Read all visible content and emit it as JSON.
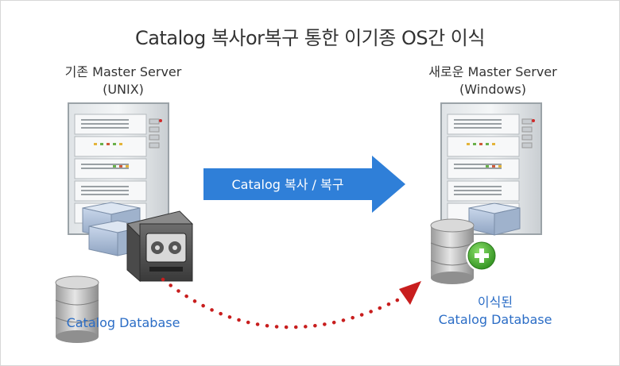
{
  "title": "Catalog 복사or복구 통한 이기종 OS간 이식",
  "left_server": {
    "name": "기존 Master Server",
    "os": "(UNIX)",
    "db_label": "Catalog Database"
  },
  "right_server": {
    "name": "새로운 Master Server",
    "os": "(Windows)",
    "db_label_line1": "이식된",
    "db_label_line2": "Catalog Database"
  },
  "arrow_label": "Catalog 복사 / 복구",
  "colors": {
    "arrow": "#2f7fd8",
    "dotted_arrow": "#c81e1e",
    "db_text": "#2b6dc6",
    "plus_badge": "#49a934"
  },
  "icons": [
    "server-rack-icon",
    "tape-drive-icon",
    "database-cylinder-icon",
    "plus-badge-icon",
    "storage-boxes-icon"
  ]
}
